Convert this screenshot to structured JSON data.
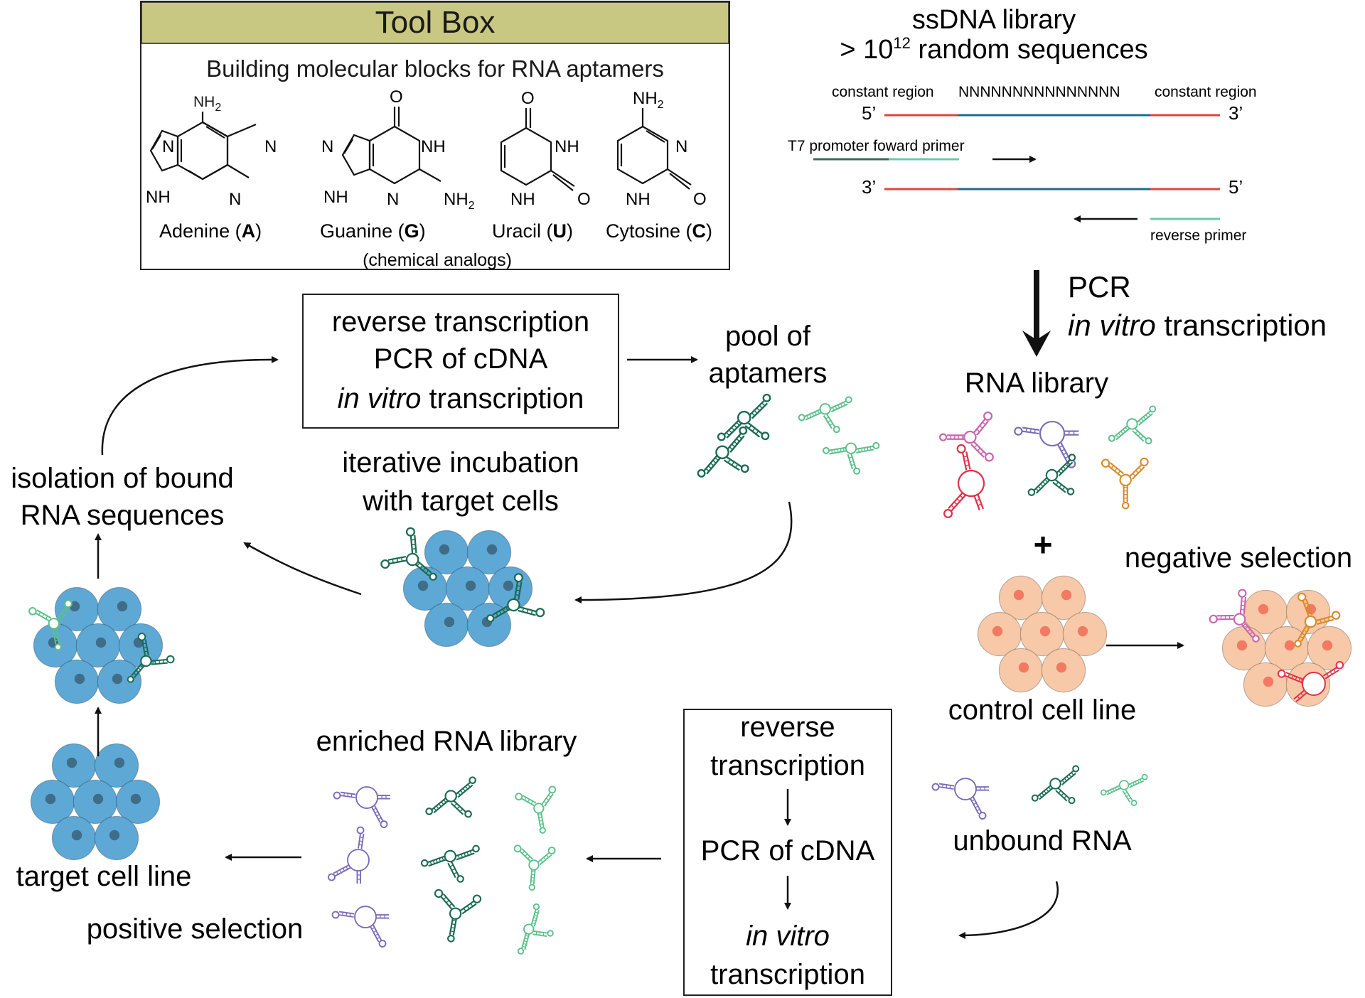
{
  "toolbox": {
    "title": "Tool Box",
    "subtitle": "Building molecular blocks for RNA aptamers",
    "bases": [
      {
        "name": "Adenine",
        "letter": "A"
      },
      {
        "name": "Guanine",
        "letter": "G"
      },
      {
        "name": "Uracil",
        "letter": "U"
      },
      {
        "name": "Cytosine",
        "letter": "C"
      }
    ],
    "note": "(chemical analogs)",
    "atoms": {
      "N": "N",
      "NH": "NH",
      "O": "O",
      "NH2": "NH",
      "sub2": "2"
    }
  },
  "library": {
    "line1": "ssDNA library",
    "line2_prefix": "> 10",
    "line2_exp": "12",
    "line2_suffix": " random sequences",
    "region_left": "constant region",
    "region_random": "NNNNNNNNNNNNNNN",
    "region_right": "constant region",
    "five_prime": "5’",
    "three_prime": "3’",
    "forward_primer": "T7 promoter foward primer",
    "reverse_primer": "reverse primer"
  },
  "pcr": {
    "line1": "PCR",
    "line2_italic": "in vitro",
    "line2_rest": " transcription"
  },
  "rna_library": "RNA library",
  "plus": "+",
  "negative_selection": "negative selection",
  "control_cell_line": "control cell line",
  "unbound_rna": "unbound RNA",
  "process_box_bottom": {
    "line1": "reverse",
    "line2": "transcription",
    "line3": "PCR of cDNA",
    "line4_italic": "in vitro",
    "line5": "transcription"
  },
  "enriched_library": "enriched RNA library",
  "target_cell_line": "target cell line",
  "positive_selection": "positive selection",
  "isolation": {
    "line1": "isolation of bound",
    "line2": "RNA sequences"
  },
  "process_box_top": {
    "line1": "reverse transcription",
    "line2": "PCR of cDNA",
    "line3_italic": "in vitro",
    "line3_rest": " transcription"
  },
  "pool": {
    "line1": "pool of",
    "line2": "aptamers"
  },
  "incubation": {
    "line1": "iterative incubation",
    "line2": "with target cells"
  },
  "colors": {
    "toolbox_header": "#c8c882",
    "strand_red": "#e0463c",
    "strand_blue": "#1f6b8e",
    "primer_teal": "#6cc9a8",
    "primer_dark": "#3d6b5a",
    "aptamer_dark": "#1a6b52",
    "aptamer_light": "#5cc08a",
    "aptamer_purple": "#7a6bb8",
    "aptamer_pink": "#c966b0",
    "aptamer_red": "#e0324a",
    "aptamer_orange": "#d98a2a",
    "cell_blue": "#5ea8d6",
    "cell_blue_nucleus": "#3f6d88",
    "cell_peach": "#f8c9a8",
    "cell_peach_nucleus": "#f27a62"
  }
}
